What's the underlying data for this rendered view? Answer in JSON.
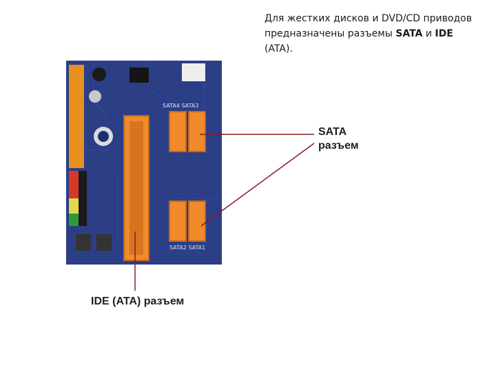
{
  "slide": {
    "caption_line1": "Для жестких дисков и DVD/CD приводов",
    "caption_line2_pre": "предназначены разъемы ",
    "caption_sata": "SATA",
    "caption_and": " и ",
    "caption_ide": "IDE",
    "caption_line3": "(ATA).",
    "sata_label_line1": "SATA",
    "sata_label_line2": "разъем",
    "ide_label": "IDE (ATA) разъем"
  },
  "board": {
    "silk_sata_top": "SATA4 SATA3",
    "silk_sata_bottom": "SATA2 SATA1",
    "colors": {
      "pcb": "#2b3e86",
      "pcb_dark": "#1f2f6e",
      "connector": "#f08a2a",
      "connector_dark": "#c6661a",
      "pointer_line": "#8a1a24"
    }
  }
}
